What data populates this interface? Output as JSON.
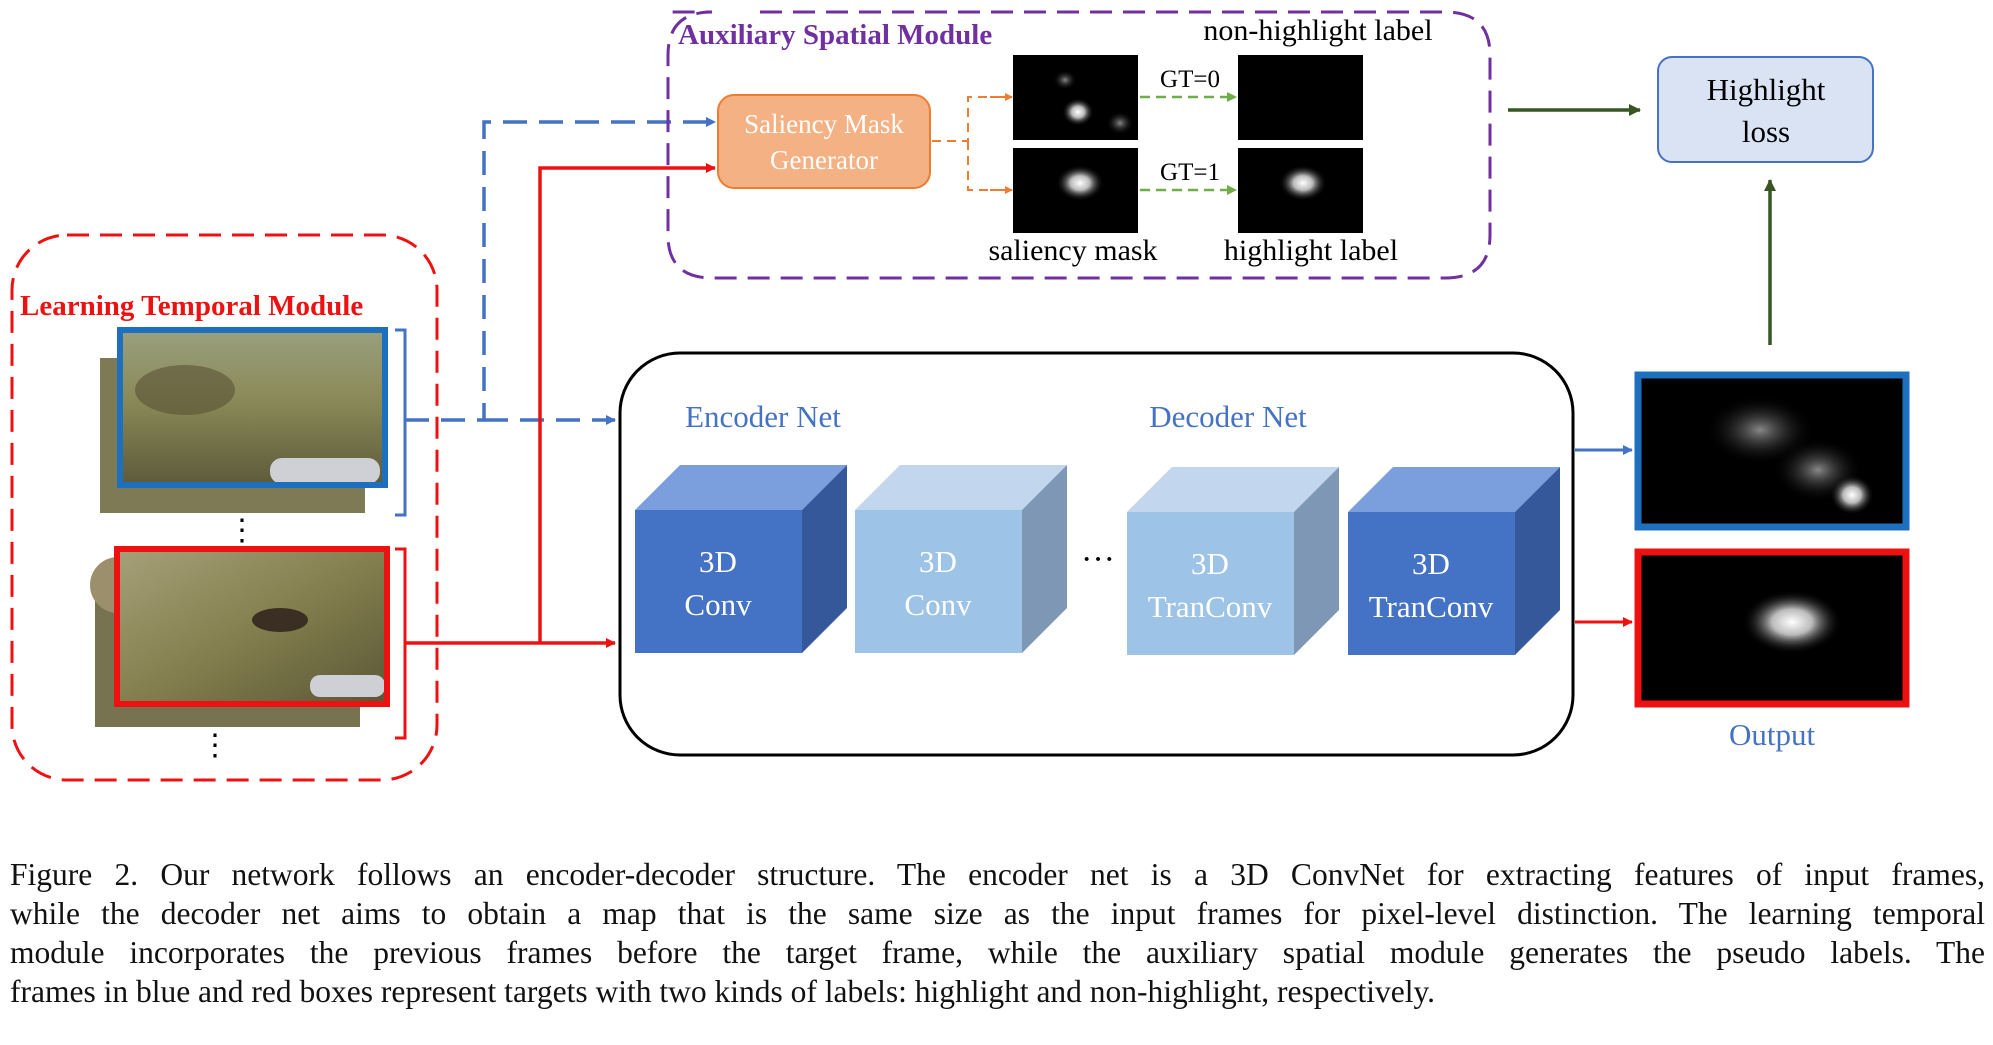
{
  "modules": {
    "temporal_title": "Learning Temporal Module",
    "spatial_title": "Auxiliary Spatial Module"
  },
  "spatial": {
    "generator_label_1": "Saliency Mask",
    "generator_label_2": "Generator",
    "gt0": "GT=0",
    "gt1": "GT=1",
    "non_highlight_label": "non-highlight label",
    "highlight_label": "highlight label",
    "saliency_mask": "saliency mask"
  },
  "loss": {
    "line1": "Highlight",
    "line2": "loss"
  },
  "network": {
    "encoder_title": "Encoder Net",
    "decoder_title": "Decoder Net",
    "blocks": [
      {
        "line1": "3D",
        "line2": "Conv"
      },
      {
        "line1": "3D",
        "line2": "Conv"
      },
      {
        "line1": "3D",
        "line2": "TranConv"
      },
      {
        "line1": "3D",
        "line2": "TranConv"
      }
    ]
  },
  "output_label": "Output",
  "caption": [
    "Figure 2.  Our network follows an encoder-decoder structure.  The encoder net is a 3D ConvNet for extracting features of input frames,",
    "while the decoder net aims to obtain a map that is the same size as the input frames for pixel-level distinction.  The learning temporal",
    "module incorporates the previous frames before the target frame, while the auxiliary spatial module generates the pseudo labels.  The",
    "frames in blue and red boxes represent targets with two kinds of labels: highlight and non-highlight, respectively."
  ],
  "colors": {
    "red": "#ee1111",
    "blue": "#4472c4",
    "purple": "#7030a0",
    "green": "#375623",
    "orange_fill": "#f4b183",
    "light_blue_fill": "#dae3f3"
  }
}
